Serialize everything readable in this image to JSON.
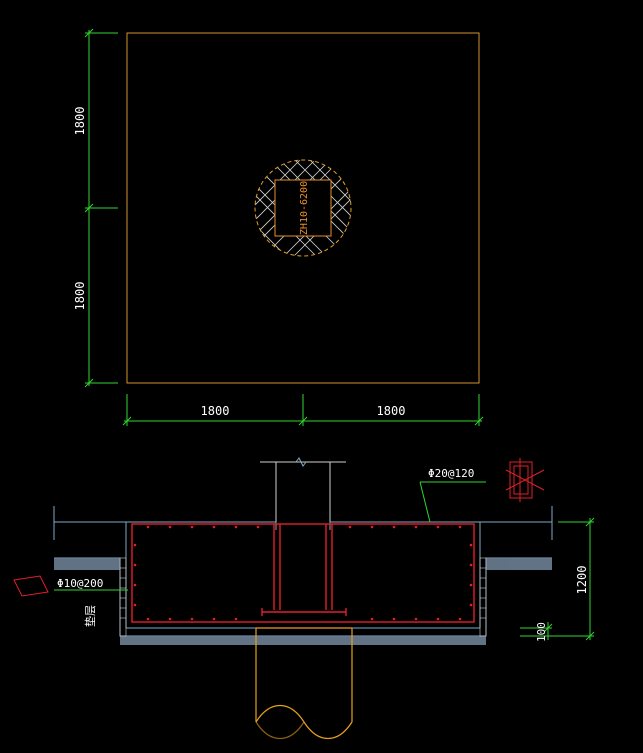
{
  "drawing": {
    "plan": {
      "dim_left_top": "1800",
      "dim_left_bottom": "1800",
      "dim_bottom_left": "1800",
      "dim_bottom_right": "1800",
      "pile_label": "ZH10-6200"
    },
    "section": {
      "top_rebar_label": "Φ20@120",
      "side_rebar_label": "Φ10@200",
      "cushion_label": "垫层",
      "height_dim": "1200",
      "cover_dim": "100"
    },
    "colors": {
      "background": "#000000",
      "outline": "#d2932b",
      "dimension": "#2fd62f",
      "rebar": "#e0202a",
      "concrete": "#7fa9c9",
      "hatch": "#ffffff"
    }
  }
}
